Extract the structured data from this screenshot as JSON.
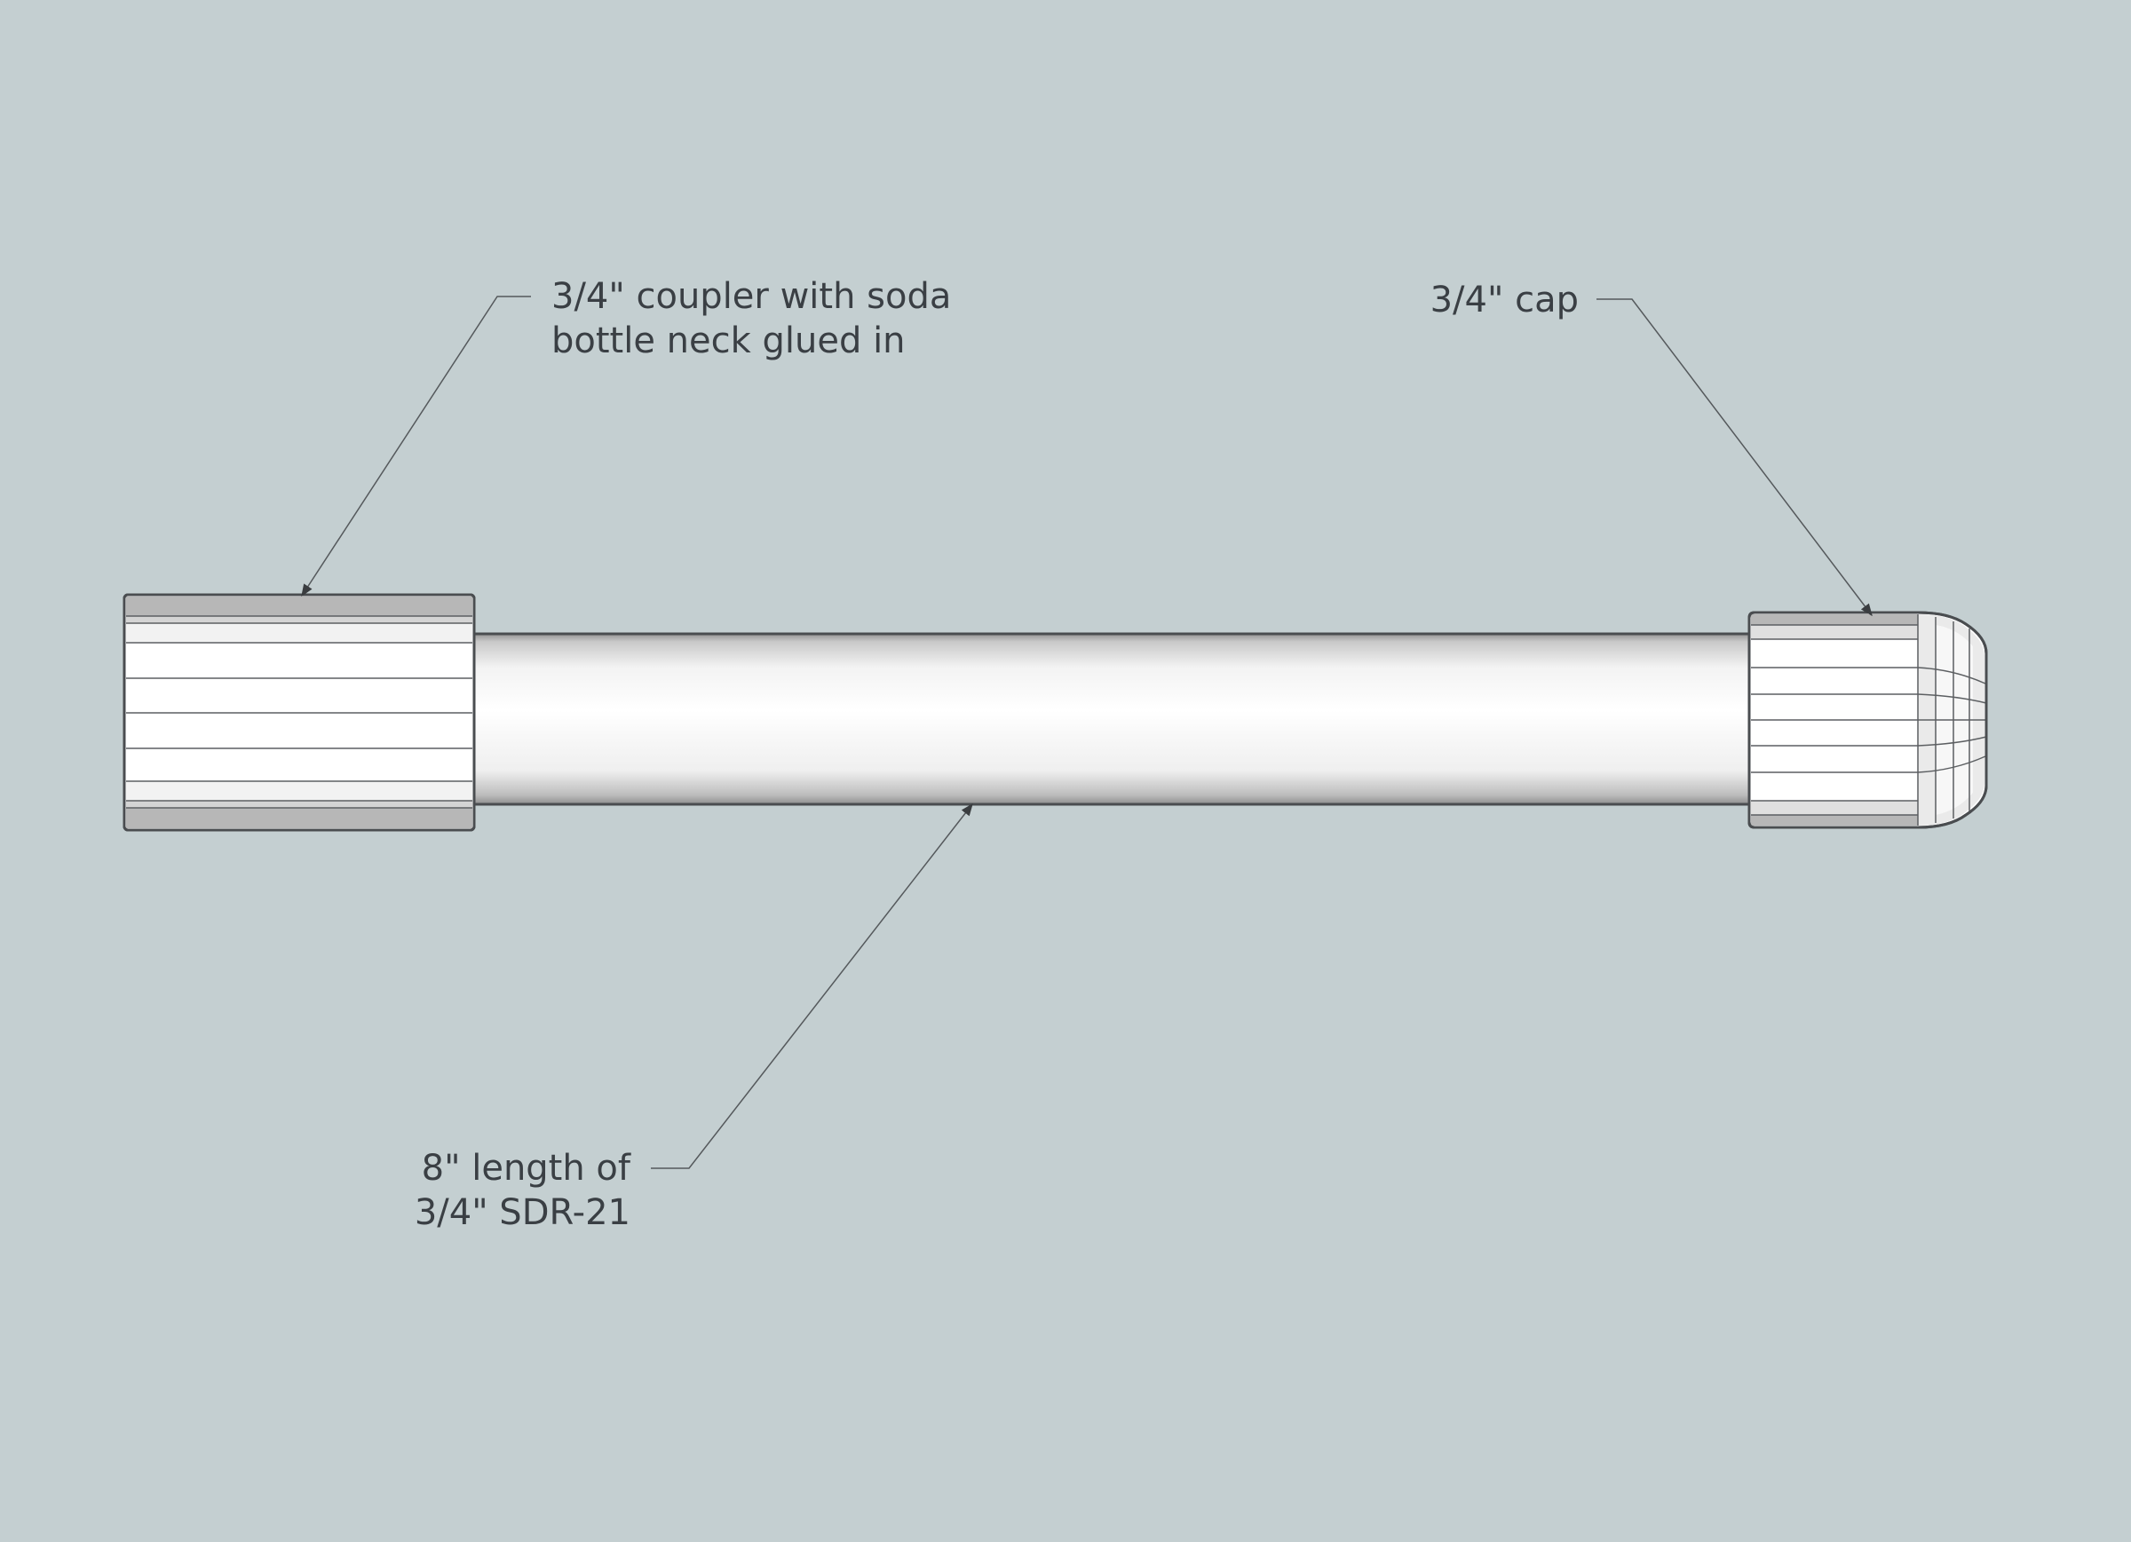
{
  "labels": {
    "coupler": [
      "3/4\" coupler with soda",
      "bottle neck glued in"
    ],
    "cap": [
      "3/4\" cap"
    ],
    "pipe": [
      "8\" length of",
      "3/4\" SDR-21"
    ]
  },
  "colors": {
    "background": "#c4cfd1",
    "outline": "#4a4d50",
    "text": "#3a3f44",
    "band_dark": "#b7b7b7",
    "band_light": "#dadada",
    "leader": "#55595c"
  }
}
